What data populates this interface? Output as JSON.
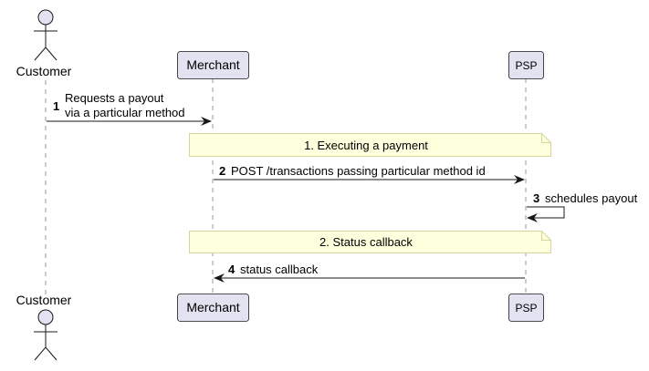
{
  "participants": {
    "customer": {
      "label": "Customer"
    },
    "merchant": {
      "label": "Merchant"
    },
    "psp": {
      "label": "PSP"
    }
  },
  "messages": [
    {
      "number": "1",
      "line1": "Requests a payout",
      "line2": "via a particular method"
    },
    {
      "number": "2",
      "text": "POST /transactions passing particular method id"
    },
    {
      "number": "3",
      "text": "schedules payout"
    },
    {
      "number": "4",
      "text": "status callback"
    }
  ],
  "notes": [
    {
      "text": "1. Executing a payment"
    },
    {
      "text": "2. Status callback"
    }
  ],
  "colors": {
    "participant_fill": "#e2e2f0",
    "participant_border": "#181818",
    "note_fill": "#feffdd",
    "note_border": "#d4d49c",
    "lifeline": "#999999",
    "arrow": "#181818"
  }
}
